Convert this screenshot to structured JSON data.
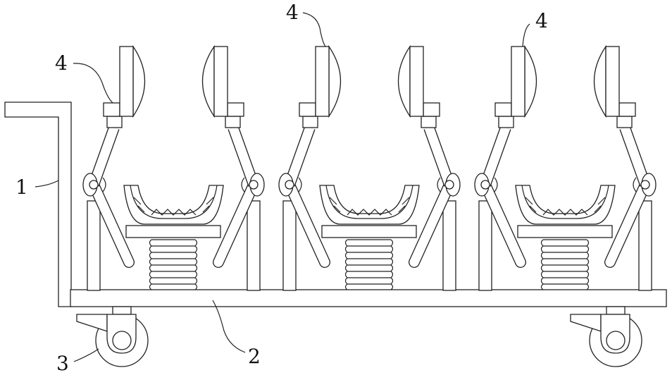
{
  "figure": {
    "labels": [
      {
        "id": "4a",
        "text": "4"
      },
      {
        "id": "4b",
        "text": "4"
      },
      {
        "id": "4c",
        "text": "4"
      },
      {
        "id": "1",
        "text": "1"
      },
      {
        "id": "2",
        "text": "2"
      },
      {
        "id": "3",
        "text": "3"
      }
    ],
    "line_color": "#222222"
  }
}
